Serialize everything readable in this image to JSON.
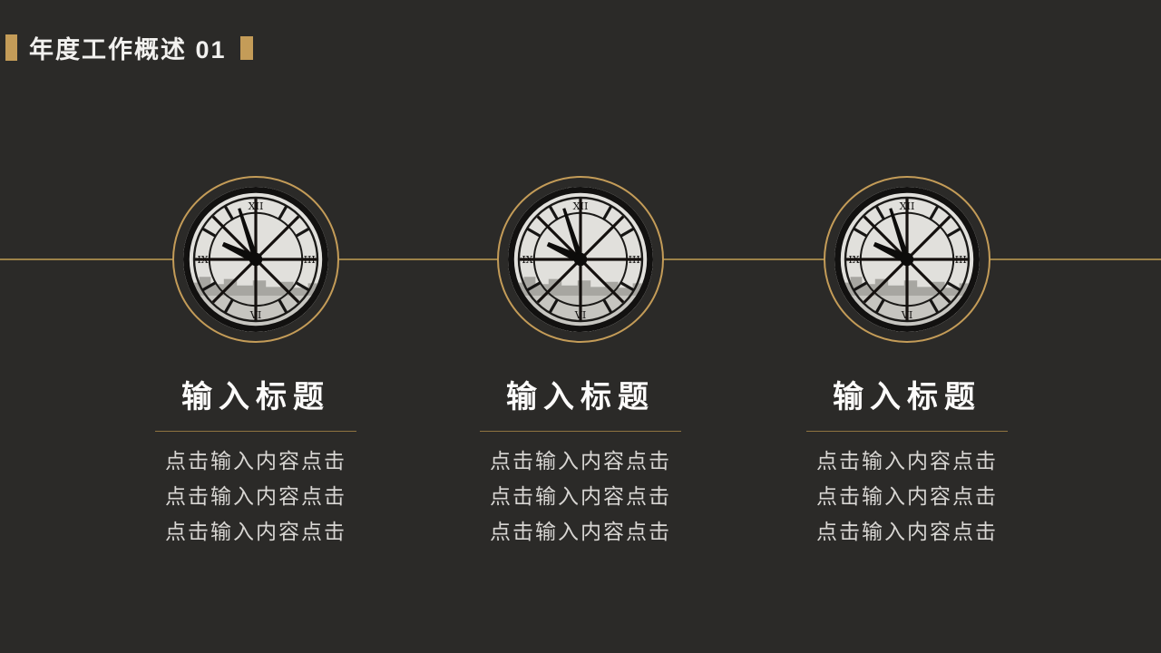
{
  "slide": {
    "title": "年度工作概述 01",
    "background_color": "#2B2A28",
    "accent_color": "#C49C58",
    "line_color": "#9C8148",
    "image_description": "clock-face-photo"
  },
  "columns": [
    {
      "title": "输入标题",
      "lines": [
        "点击输入内容点击",
        "点击输入内容点击",
        "点击输入内容点击"
      ]
    },
    {
      "title": "输入标题",
      "lines": [
        "点击输入内容点击",
        "点击输入内容点击",
        "点击输入内容点击"
      ]
    },
    {
      "title": "输入标题",
      "lines": [
        "点击输入内容点击",
        "点击输入内容点击",
        "点击输入内容点击"
      ]
    }
  ]
}
